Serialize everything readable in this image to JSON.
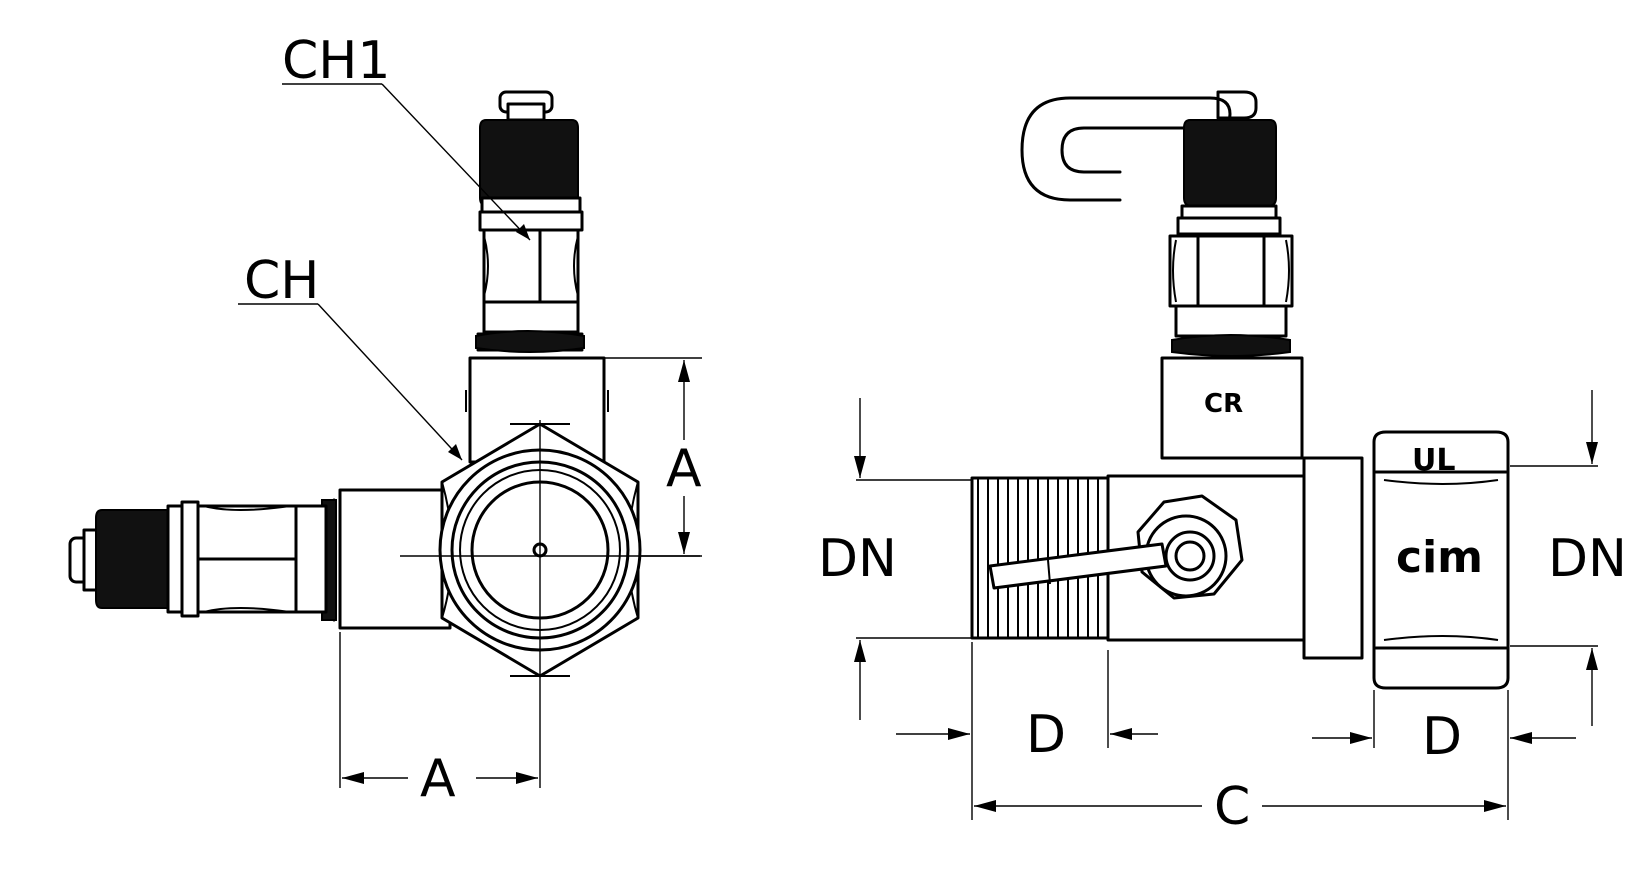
{
  "callouts": {
    "ch1": "CH1",
    "ch": "CH"
  },
  "dimensions": {
    "a_vertical": "A",
    "a_horizontal": "A",
    "dn_left": "DN",
    "dn_right": "DN",
    "d_left": "D",
    "d_right": "D",
    "c_overall": "C"
  },
  "markings": {
    "logo_small": "CR",
    "nut_ul": "UL",
    "nut_brand": "cim"
  }
}
